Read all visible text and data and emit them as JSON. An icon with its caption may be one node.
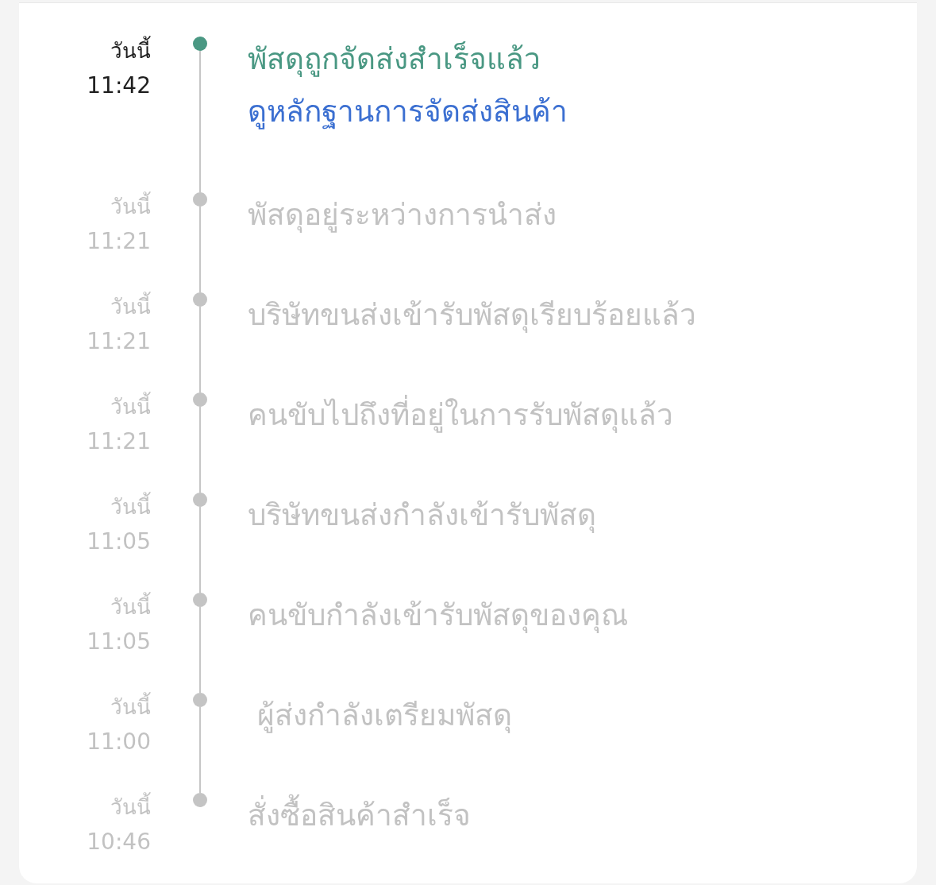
{
  "diagram": {
    "nodes": [
      {
        "text": [],
        "shape": "circle",
        "beside": [
          "วันนี้",
          "11:42",
          "พัสดุถูกจัดส่งสำเร็จแล้ว",
          "ดูหลักฐานการจัดส่งสินค้า"
        ]
      },
      {
        "text": [],
        "shape": "circle",
        "beside": [
          "วันนี้",
          "11:21",
          "พัสดุอยู่ระหว่างการนำส่ง"
        ]
      },
      {
        "text": [],
        "shape": "circle",
        "beside": [
          "วันนี้",
          "11:21",
          "บริษัทขนส่งเข้ารับพัสดุเรียบร้อยแล้ว"
        ]
      },
      {
        "text": [],
        "shape": "circle",
        "beside": [
          "วันนี้",
          "11:21",
          "คนขับไปถึงที่อยู่ในการรับพัสดุแล้ว"
        ]
      },
      {
        "text": [],
        "shape": "circle",
        "beside": [
          "วันนี้",
          "11:05",
          "บริษัทขนส่งกำลังเข้ารับพัสดุ"
        ]
      },
      {
        "text": [],
        "shape": "circle",
        "beside": [
          "วันนี้",
          "11:05",
          "คนขับกำลังเข้ารับพัสดุของคุณ"
        ]
      },
      {
        "text": [],
        "shape": "circle",
        "beside": [
          "วันนี้",
          "11:00",
          " ผู้ส่งกำลังเตรียมพัสดุ"
        ]
      },
      {
        "text": [],
        "shape": "circle",
        "beside": [
          "วันนี้",
          "10:46",
          "สั่งซื้อสินค้าสำเร็จ"
        ]
      }
    ],
    "edges": [
      {
        "from": 0,
        "to": 1,
        "arrow": "none"
      },
      {
        "from": 1,
        "to": 2,
        "arrow": "none"
      },
      {
        "from": 2,
        "to": 3,
        "arrow": "none"
      },
      {
        "from": 3,
        "to": 4,
        "arrow": "none"
      },
      {
        "from": 4,
        "to": 5,
        "arrow": "none"
      },
      {
        "from": 5,
        "to": 6,
        "arrow": "none"
      },
      {
        "from": 6,
        "to": 7,
        "arrow": "none"
      }
    ]
  }
}
